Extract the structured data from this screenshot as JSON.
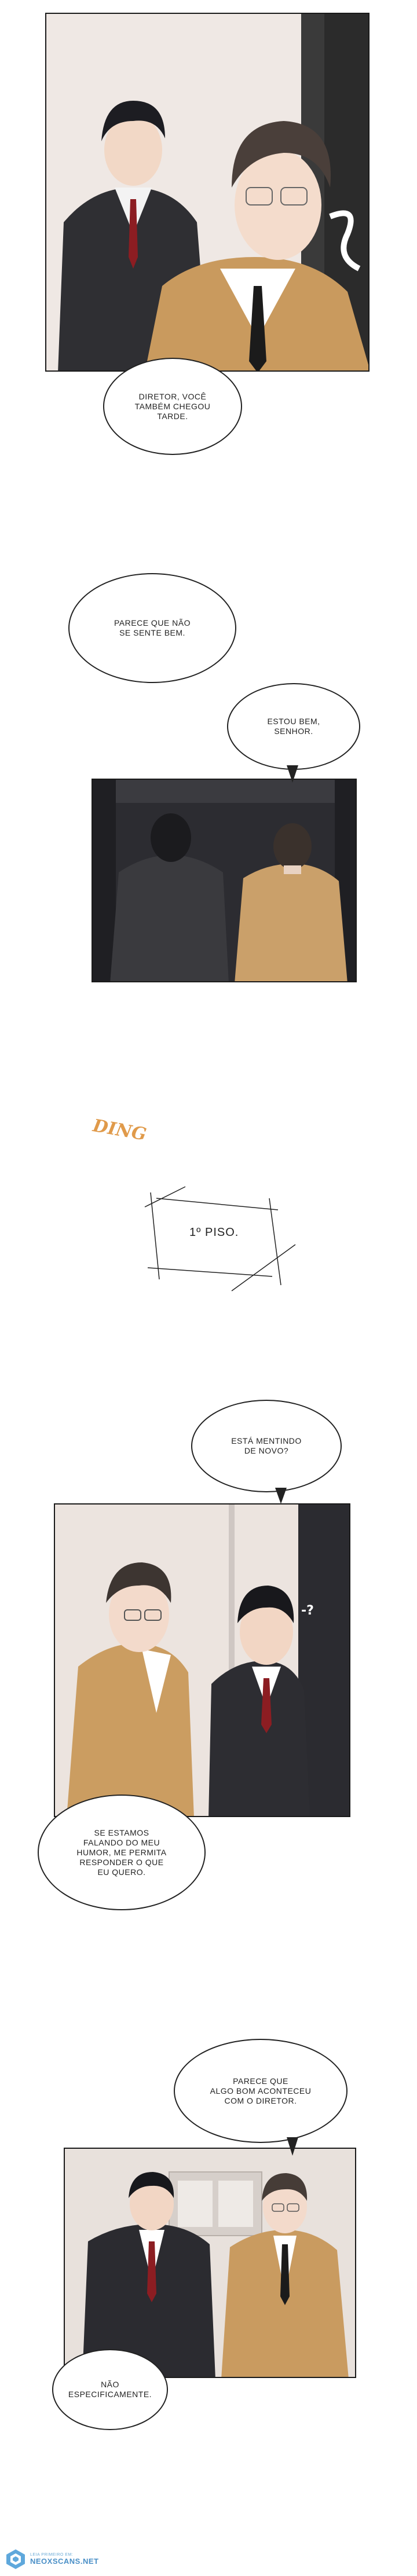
{
  "dialogue": {
    "b1": "DIRETOR, VOCÊ\nTAMBÉM CHEGOU\nTARDE.",
    "b2": "PARECE QUE NÃO\nSE SENTE BEM.",
    "b3": "ESTOU BEM,\nSENHOR.",
    "b4": "ESTÁ MENTINDO\nDE NOVO?",
    "b5": "SE ESTAMOS\nFALANDO DO MEU\nHUMOR, ME PERMITA\nRESPONDER O QUE\nEU QUERO.",
    "b6": "PARECE QUE\nALGO BOM ACONTECEU\nCOM O DIRETOR.",
    "b7": "NÃO\nESPECIFICAMENTE."
  },
  "sfx": {
    "ding": "DING",
    "question": "-?"
  },
  "floor_caption": "1º PISO.",
  "watermark": {
    "small": "LEIA PRIMEIRO EM:",
    "site": "NEOXSCANS.NET"
  }
}
